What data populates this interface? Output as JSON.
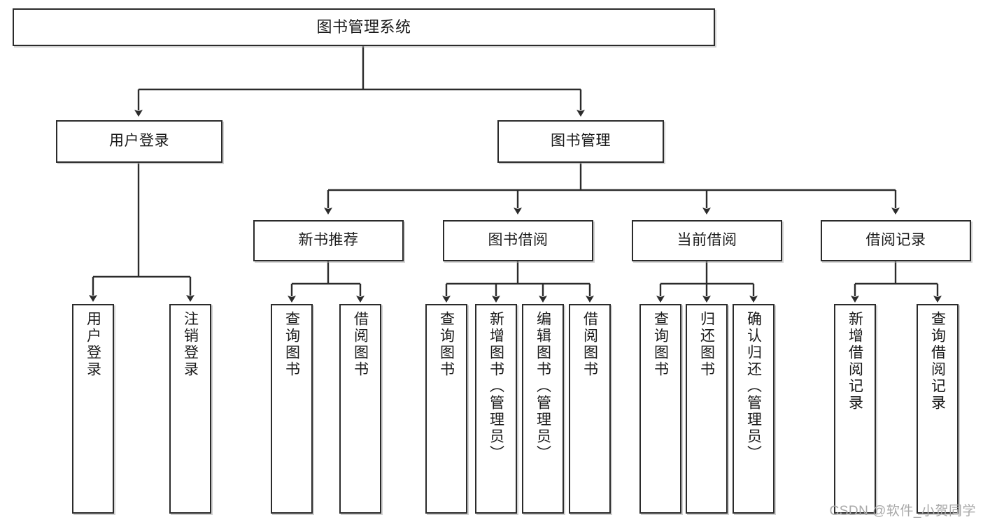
{
  "diagram": {
    "type": "tree",
    "title": "图书管理系统",
    "watermark": "CSDN @软件_小贺同学",
    "colors": {
      "box_border": "#2b2b2b",
      "box_fill": "#ffffff",
      "connector": "#2b2b2b",
      "watermark": "#a9a9a9"
    },
    "root": {
      "label": "图书管理系统"
    },
    "level2": [
      {
        "label": "用户登录"
      },
      {
        "label": "图书管理"
      }
    ],
    "level3": [
      {
        "label": "新书推荐"
      },
      {
        "label": "图书借阅"
      },
      {
        "label": "当前借阅"
      },
      {
        "label": "借阅记录"
      }
    ],
    "leaves": {
      "user_login": [
        {
          "label": "用户登录"
        },
        {
          "label": "注销登录"
        }
      ],
      "new_book": [
        {
          "label": "查询图书"
        },
        {
          "label": "借阅图书"
        }
      ],
      "book_borrow": [
        {
          "label": "查询图书"
        },
        {
          "label": "新增图书（管理员）"
        },
        {
          "label": "编辑图书（管理员）"
        },
        {
          "label": "借阅图书"
        }
      ],
      "current_borrow": [
        {
          "label": "查询图书"
        },
        {
          "label": "归还图书"
        },
        {
          "label": "确认归还（管理员）"
        }
      ],
      "borrow_record": [
        {
          "label": "新增借阅记录"
        },
        {
          "label": "查询借阅记录"
        }
      ]
    }
  }
}
